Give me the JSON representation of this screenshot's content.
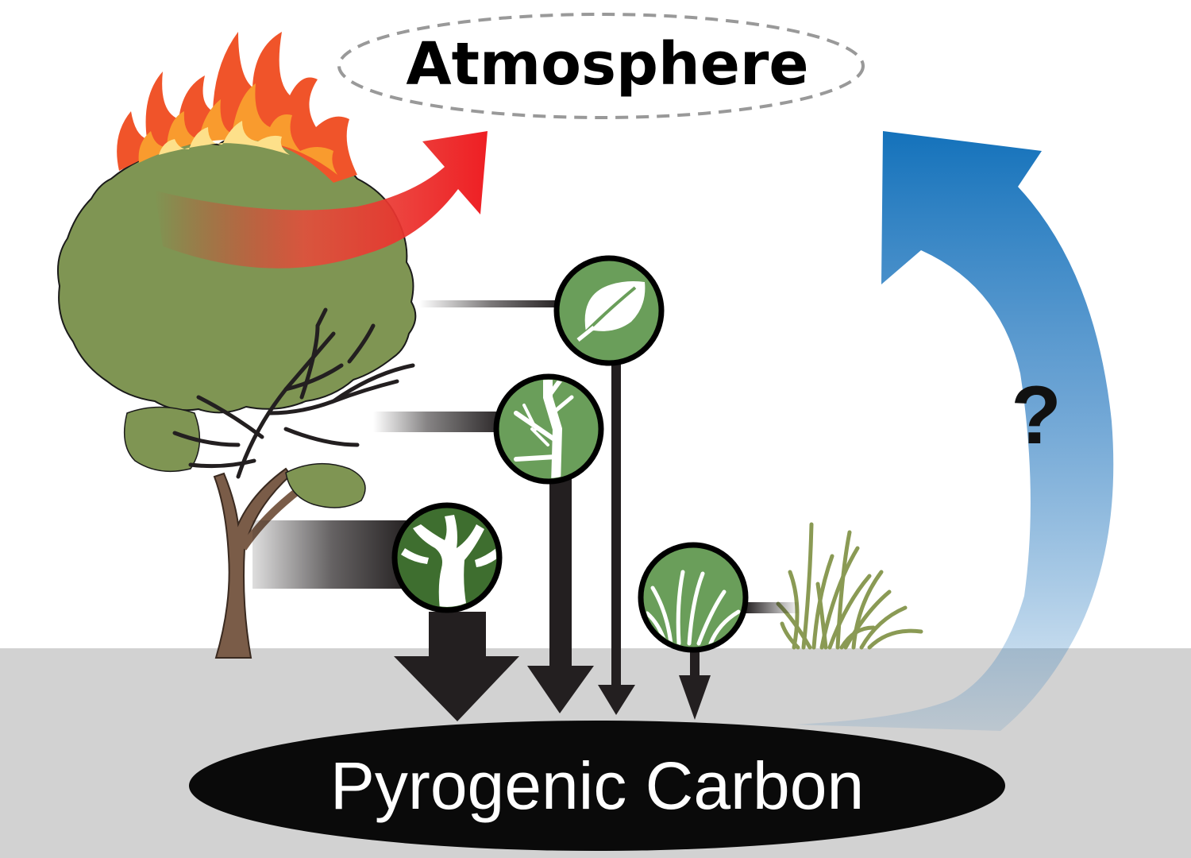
{
  "diagram": {
    "atmosphere_label": "Atmosphere",
    "pyrogenic_carbon_label": "Pyrogenic Carbon",
    "unknown_flux_label": "?",
    "sources": [
      {
        "id": "leaf",
        "icon": "leaf-icon"
      },
      {
        "id": "twig",
        "icon": "twig-icon"
      },
      {
        "id": "stem",
        "icon": "stem-icon"
      },
      {
        "id": "grass",
        "icon": "grass-icon"
      }
    ]
  },
  "colors": {
    "ground": "#d2d2d2",
    "canopy": "#7f9553",
    "trunk": "#7a5c48",
    "icon_fill": "#6a9e5a",
    "icon_fill_dark": "#3e6e2f",
    "flame_outer": "#f0542a",
    "flame_inner": "#fbbf3b",
    "emission_arrow": "#e82424",
    "return_arrow": "#1c73bb",
    "arrow_dark": "#231f20",
    "ellipse_dark": "#0a0a0a"
  }
}
